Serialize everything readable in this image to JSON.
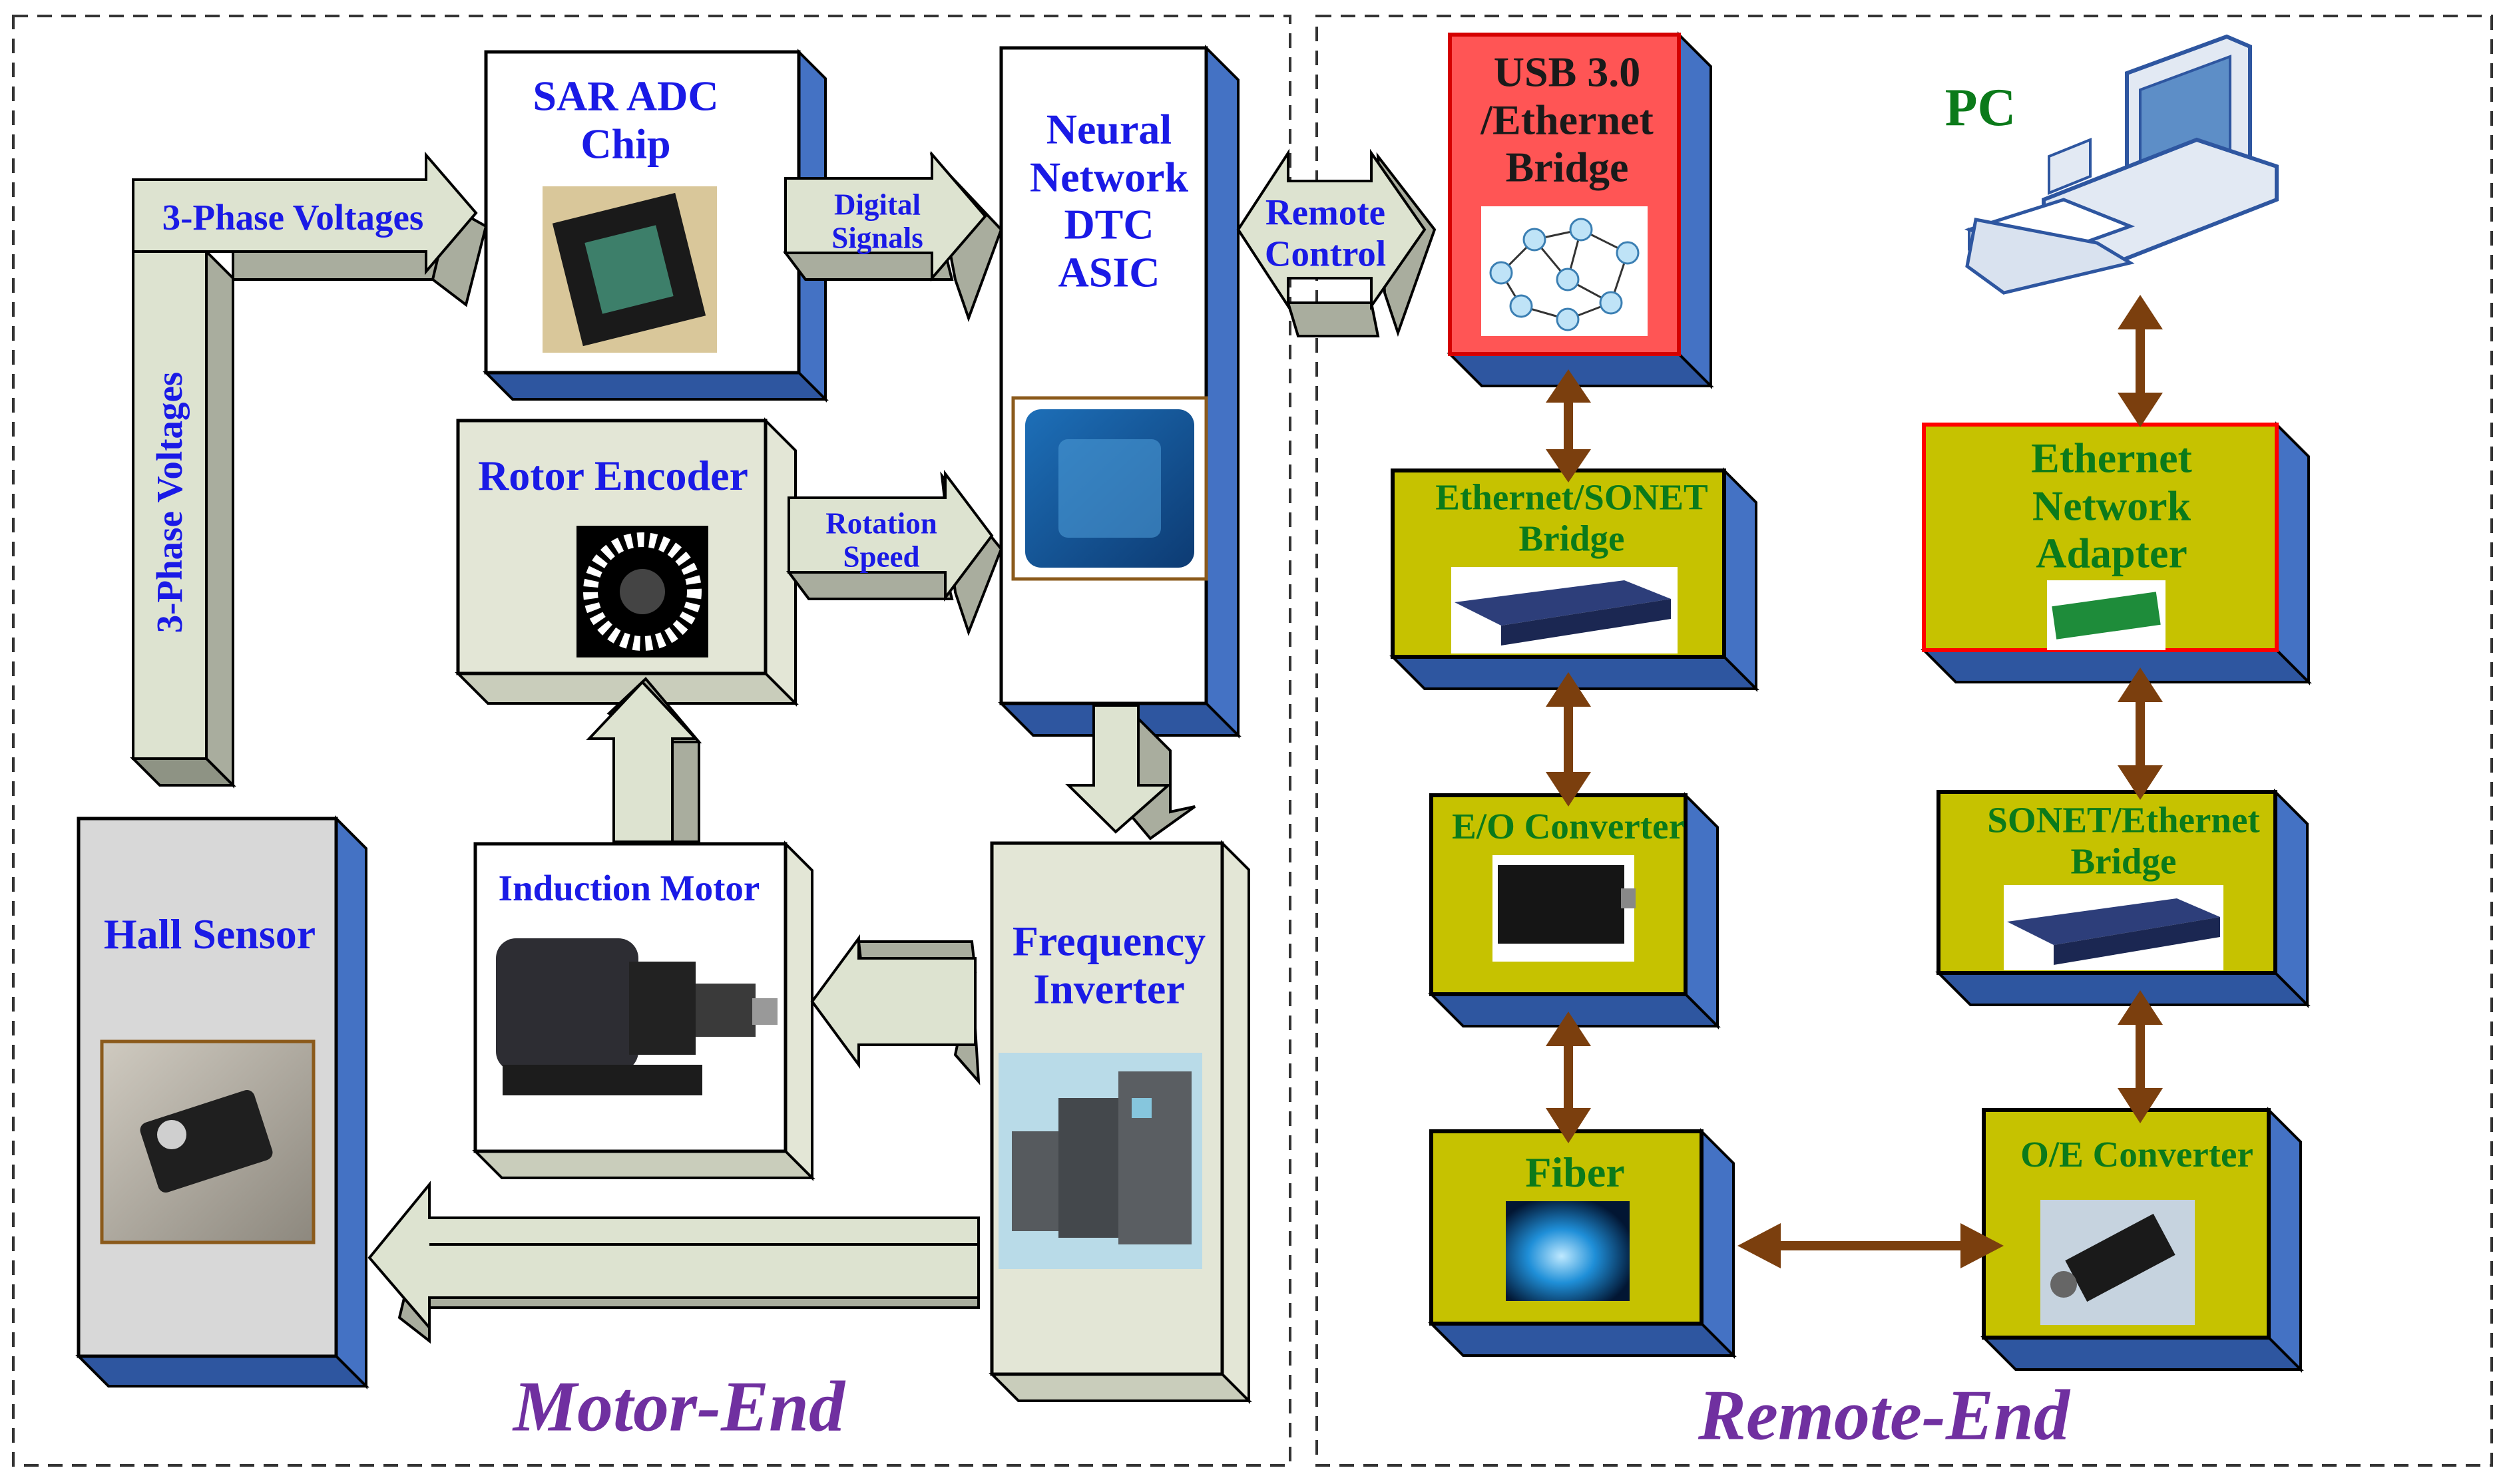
{
  "regions": {
    "motor_end": "Motor-End",
    "remote_end": "Remote-End"
  },
  "blocks": {
    "sar_adc": "SAR ADC\nChip",
    "neural_asic": "Neural\nNetwork\nDTC\nASIC",
    "rotor_encoder": "Rotor Encoder",
    "induction_motor": "Induction Motor",
    "frequency_inverter": "Frequency\nInverter",
    "hall_sensor": "Hall Sensor",
    "usb_bridge": "USB 3.0\n/Ethernet\nBridge",
    "pc": "PC",
    "eth_sonet_bridge": "Ethernet/SONET\nBridge",
    "eth_adapter": "Ethernet\nNetwork\nAdapter",
    "eo_converter": "E/O Converter",
    "sonet_eth_bridge": "SONET/Ethernet\nBridge",
    "fiber": "Fiber",
    "oe_converter": "O/E Converter"
  },
  "arrows": {
    "three_phase_h": "3-Phase Voltages",
    "three_phase_v": "3-Phase Voltages",
    "digital_signals": "Digital\nSignals",
    "rotation_speed": "Rotation\nSpeed",
    "remote_control": "Remote\nControl"
  },
  "colors": {
    "front_white": "#ffffff",
    "front_gray": "#e3e6d6",
    "front_hall": "#d8d8d8",
    "front_yellow": "#c6c200",
    "front_usb": "#ff5555",
    "side_blue": "#4472c4",
    "side_blue_dark": "#2e56a0",
    "arrow_fill": "#dde3d0",
    "arrow_shade": "#a9ad9e",
    "link_brown": "#7b3f0e",
    "text_blue": "#1a1ae6",
    "text_green": "#0b7a1a",
    "text_purple": "#7030a0"
  }
}
